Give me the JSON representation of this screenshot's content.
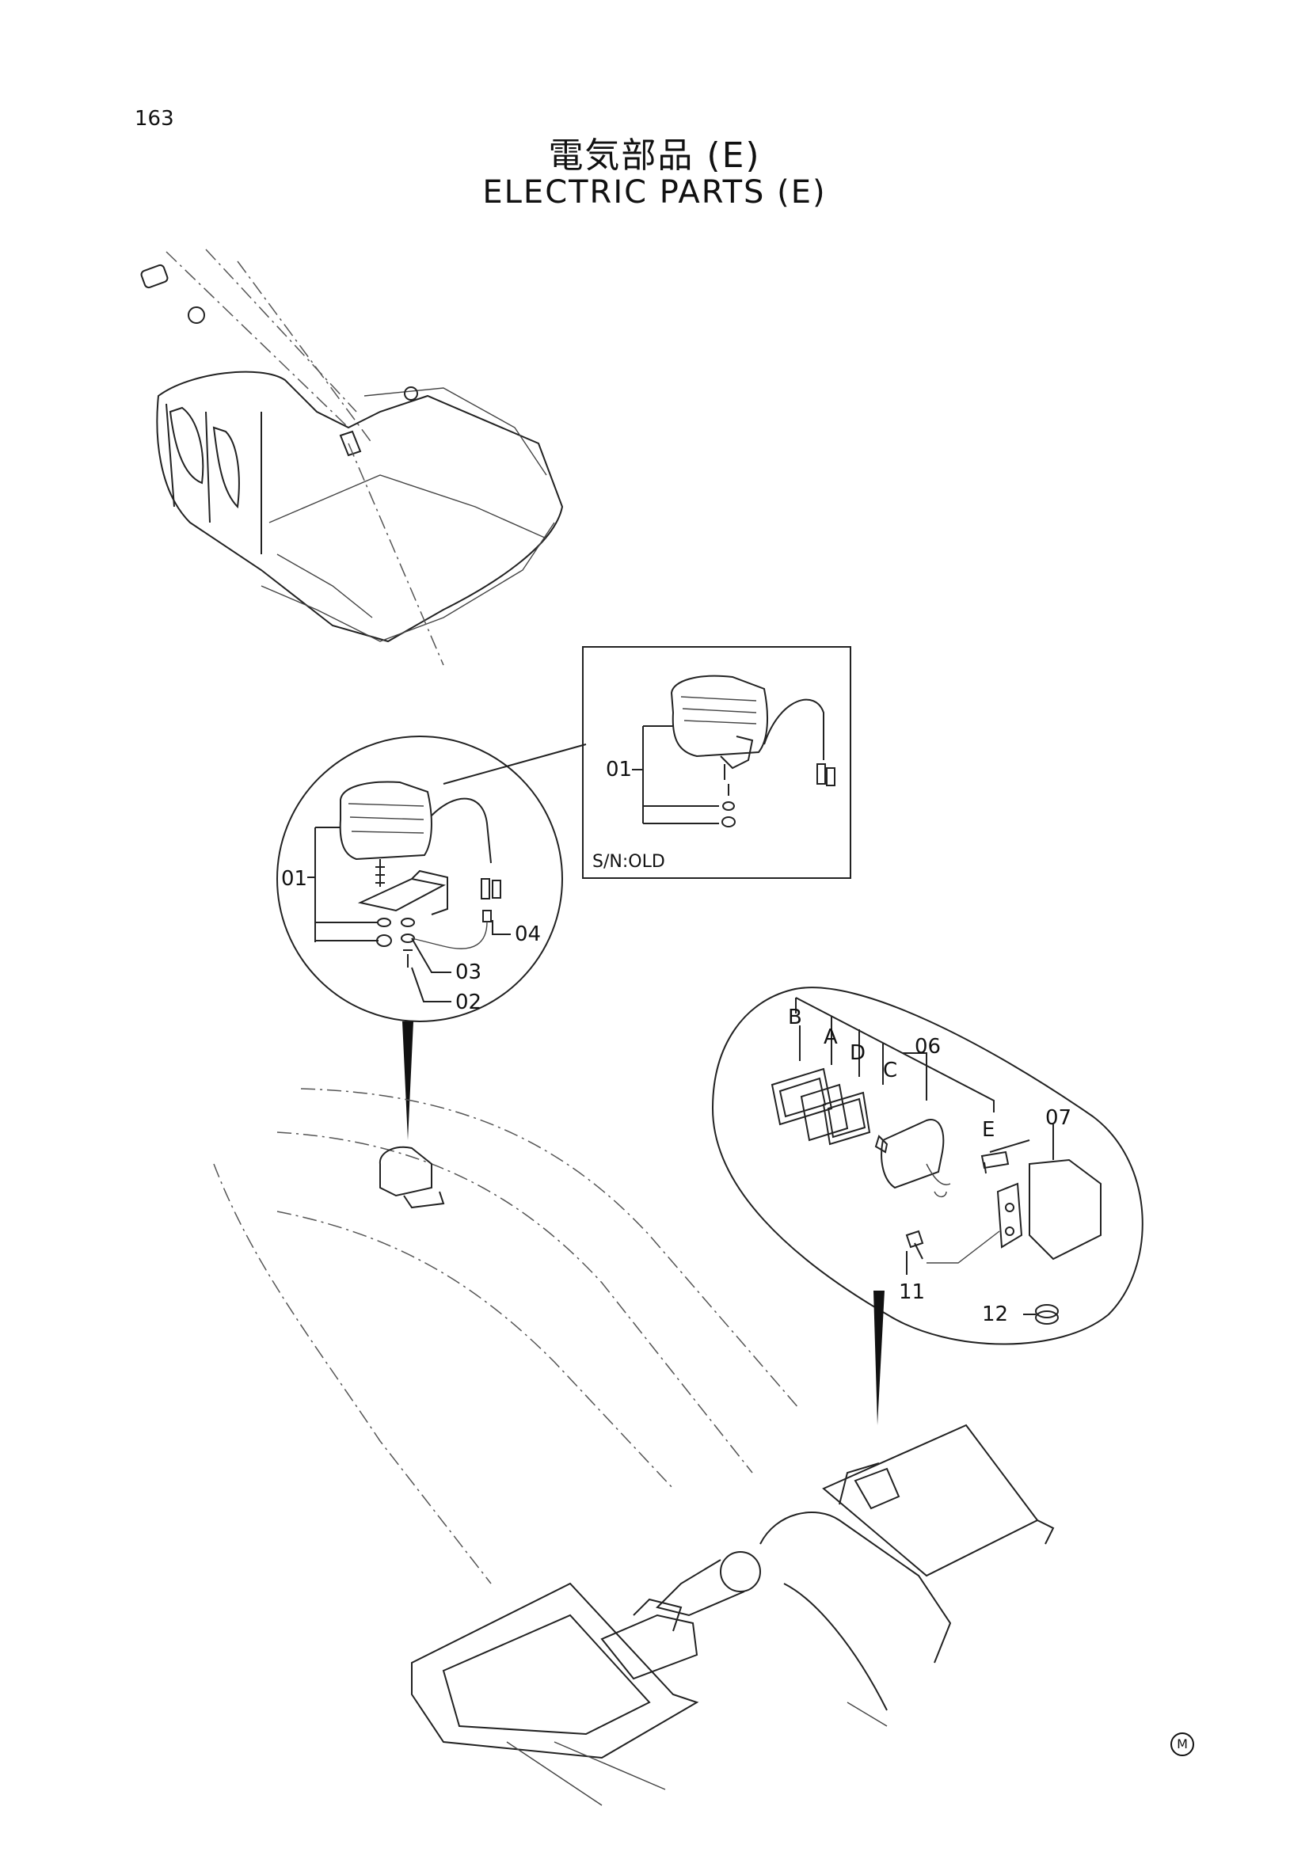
{
  "page_number": "163",
  "title_jp": "電気部品 (E)",
  "title_en": "ELECTRIC PARTS (E)",
  "footer_mark": "M",
  "callouts": {
    "left_detail": [
      "01",
      "02",
      "03",
      "04"
    ],
    "inset_old": {
      "part": "01",
      "caption": "S/N:OLD"
    },
    "right_detail": [
      "B",
      "A",
      "D",
      "C",
      "06",
      "E",
      "07",
      "11",
      "12"
    ]
  }
}
